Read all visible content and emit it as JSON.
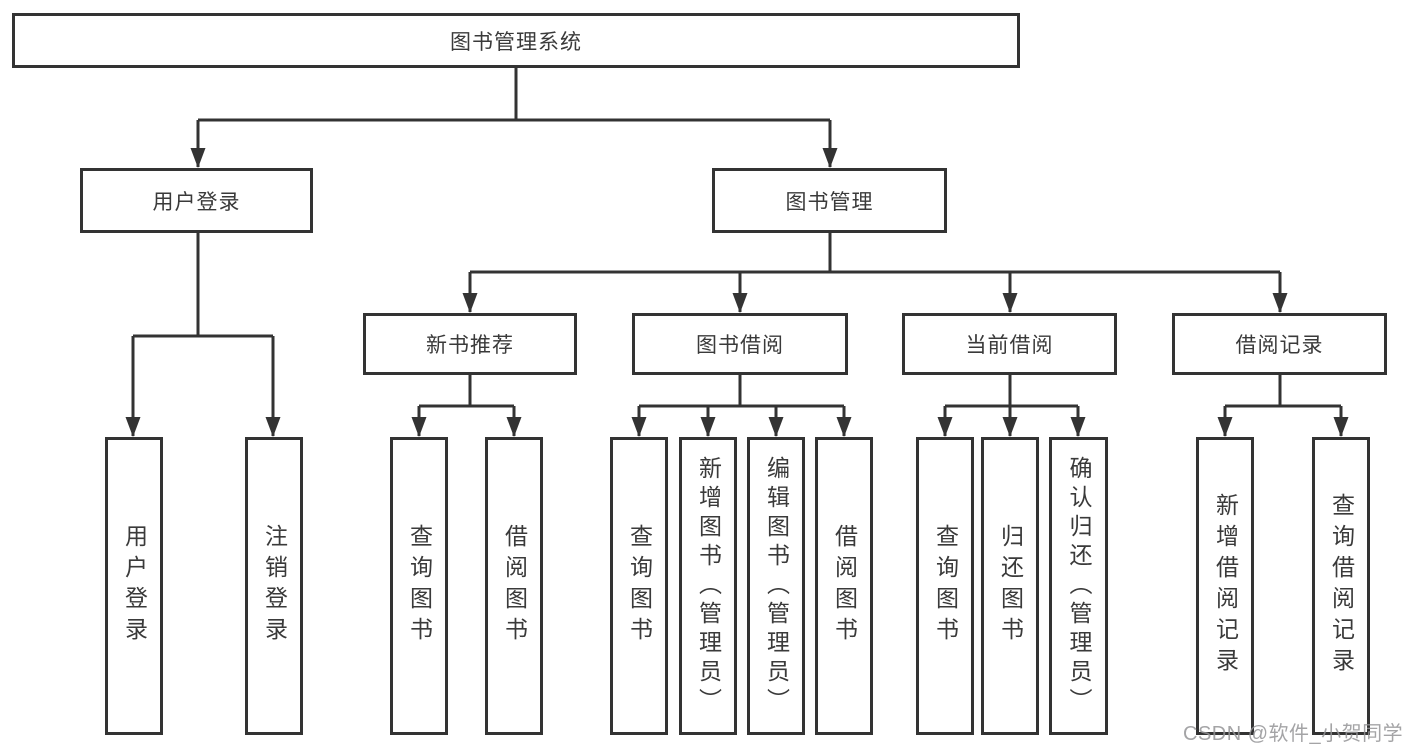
{
  "diagram": {
    "root": {
      "label": "图书管理系统"
    },
    "branches": [
      {
        "label": "用户登录",
        "children": [
          {
            "label": "用户登录"
          },
          {
            "label": "注销登录"
          }
        ]
      },
      {
        "label": "图书管理",
        "children": [
          {
            "label": "新书推荐",
            "children": [
              {
                "label": "查询图书"
              },
              {
                "label": "借阅图书"
              }
            ]
          },
          {
            "label": "图书借阅",
            "children": [
              {
                "label": "查询图书"
              },
              {
                "label": "新增图书（管理员）"
              },
              {
                "label": "编辑图书（管理员）"
              },
              {
                "label": "借阅图书"
              }
            ]
          },
          {
            "label": "当前借阅",
            "children": [
              {
                "label": "查询图书"
              },
              {
                "label": "归还图书"
              },
              {
                "label": "确认归还（管理员）"
              }
            ]
          },
          {
            "label": "借阅记录",
            "children": [
              {
                "label": "新增借阅记录"
              },
              {
                "label": "查询借阅记录"
              }
            ]
          }
        ]
      }
    ],
    "colors": {
      "line": "#333333",
      "box_border": "#333333",
      "text": "#3a3a3a",
      "watermark": "#949496"
    },
    "watermark": "CSDN @软件_小贺同学"
  }
}
